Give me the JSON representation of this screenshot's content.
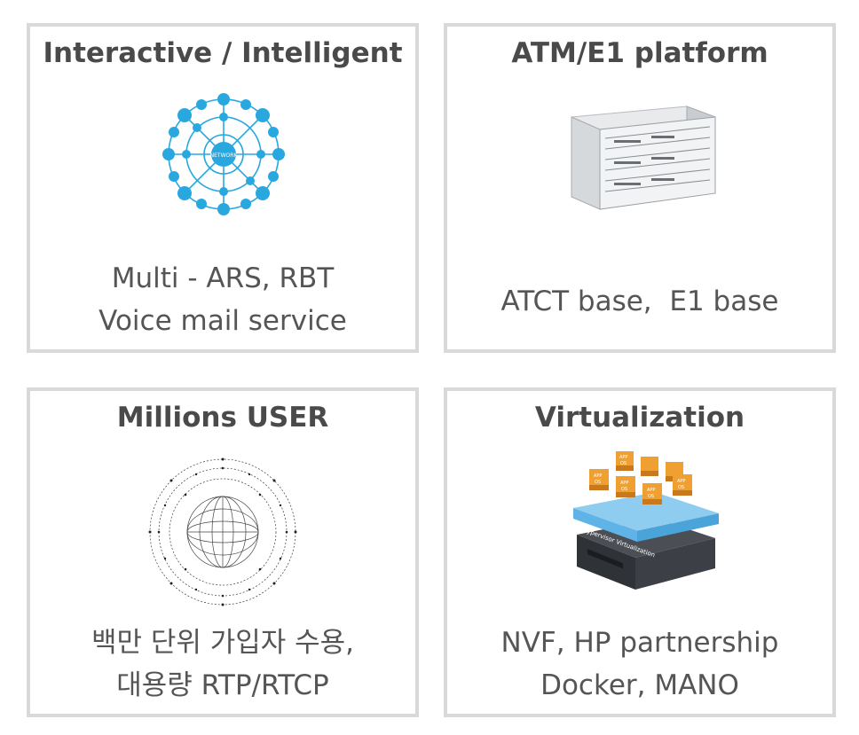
{
  "cards": [
    {
      "title": "Interactive / Intelligent",
      "lines": [
        "Multi - ARS, RBT",
        "Voice mail service"
      ],
      "icon": "network-icon",
      "accent": "#29a8e0"
    },
    {
      "title": "ATM/E1 platform",
      "lines": [
        "ATCT base,  E1 base"
      ],
      "icon": "server-chassis-image"
    },
    {
      "title": "Millions USER",
      "lines": [
        "백만 단위 가입자 수용,",
        "대용량 RTP/RTCP"
      ],
      "icon": "globe-mesh-icon"
    },
    {
      "title": "Virtualization",
      "lines": [
        "NVF, HP partnership",
        "Docker, MANO"
      ],
      "icon": "hypervisor-virtualization-icon",
      "box_labels": [
        "APP",
        "OS"
      ],
      "layer_label": "Hypervisor Virtualization",
      "box_color": "#f0a030"
    }
  ]
}
